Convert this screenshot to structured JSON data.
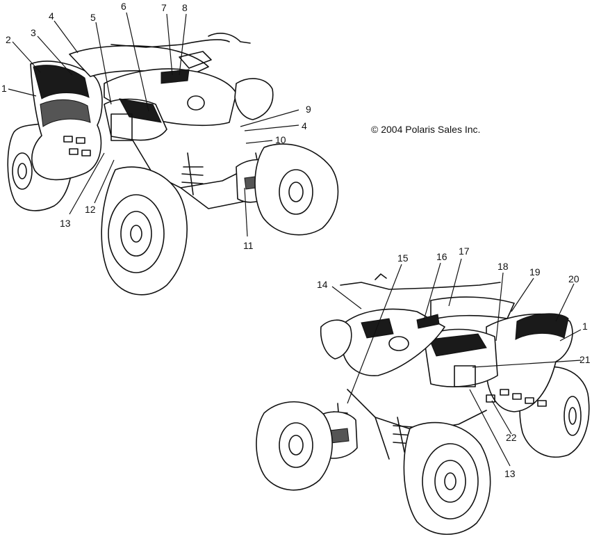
{
  "copyright": "© 2004 Polaris Sales Inc.",
  "callouts_upper": [
    "1",
    "2",
    "3",
    "4",
    "5",
    "6",
    "7",
    "8",
    "9",
    "4",
    "10",
    "11",
    "12",
    "13"
  ],
  "callouts_lower": [
    "14",
    "15",
    "16",
    "17",
    "18",
    "19",
    "20",
    "1",
    "21",
    "22",
    "13"
  ]
}
